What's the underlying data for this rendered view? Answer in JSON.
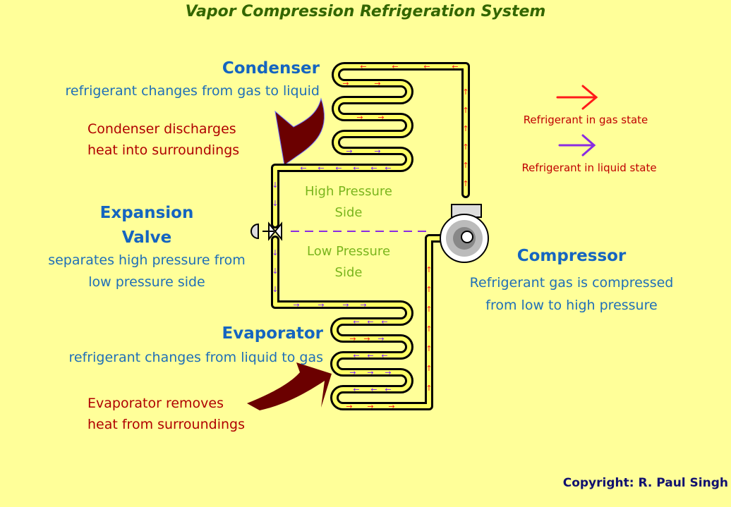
{
  "title": "Vapor Compression Refrigeration System",
  "condenser": {
    "name": "Condenser",
    "description": "refrigerant changes from gas to liquid",
    "heat_note": [
      "Condenser discharges",
      "heat into surroundings"
    ]
  },
  "expansion_valve": {
    "name": [
      "Expansion",
      "Valve"
    ],
    "description": [
      "separates high pressure from",
      "low pressure side"
    ]
  },
  "evaporator": {
    "name": "Evaporator",
    "description": "refrigerant changes from liquid to gas",
    "heat_note": [
      "Evaporator removes",
      "heat from surroundings"
    ]
  },
  "compressor": {
    "name": "Compressor",
    "description": [
      "Refrigerant gas is compressed",
      "from low to high pressure"
    ]
  },
  "pressure_sides": {
    "high": [
      "High Pressure",
      "Side"
    ],
    "low": [
      "Low Pressure",
      "Side"
    ]
  },
  "legend": {
    "gas": {
      "label": "Refrigerant in gas state",
      "color": "#ff1a1a"
    },
    "liquid": {
      "label": "Refrigerant in liquid state",
      "color": "#8a2be2"
    }
  },
  "copyright": "Copyright: R. Paul Singh",
  "colors": {
    "background": "#ffff99",
    "pipe_fill": "#ffff66",
    "pipe_outline": "#000000",
    "heat_arrow": "#6b0000",
    "divider": "#8a2be2"
  }
}
